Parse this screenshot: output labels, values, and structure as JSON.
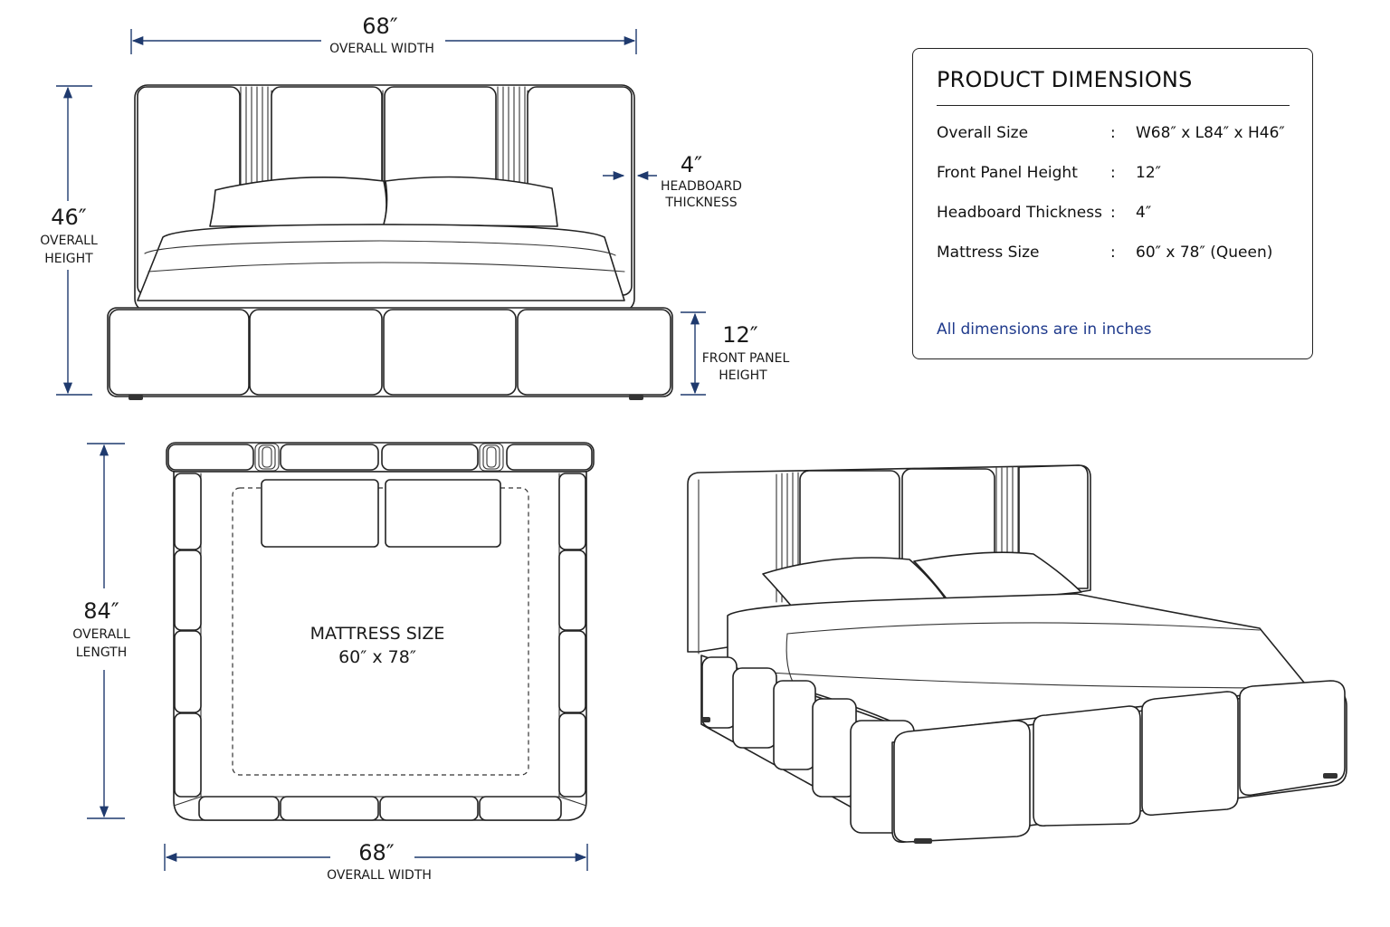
{
  "front_view": {
    "width": {
      "value": "68″",
      "label": "OVERALL WIDTH"
    },
    "height": {
      "value": "46″",
      "label_line1": "OVERALL",
      "label_line2": "HEIGHT"
    },
    "headboard": {
      "value": "4″",
      "label_line1": "HEADBOARD",
      "label_line2": "THICKNESS"
    },
    "front_panel": {
      "value": "12″",
      "label_line1": "FRONT PANEL",
      "label_line2": "HEIGHT"
    }
  },
  "top_view": {
    "length": {
      "value": "84″",
      "label_line1": "OVERALL",
      "label_line2": "LENGTH"
    },
    "width": {
      "value": "68″",
      "label": "OVERALL WIDTH"
    },
    "mattress_line1": "MATTRESS SIZE",
    "mattress_line2": "60″ x 78″"
  },
  "panel": {
    "title": "PRODUCT DIMENSIONS",
    "rows": [
      {
        "label": "Overall Size",
        "colon": ":",
        "value": "W68″ x L84″ x H46″"
      },
      {
        "label": "Front Panel Height",
        "colon": ":",
        "value": "12″"
      },
      {
        "label": "Headboard Thickness",
        "colon": ":",
        "value": "4″"
      },
      {
        "label": "Mattress Size",
        "colon": ":",
        "value": "60″ x 78″ (Queen)"
      }
    ],
    "note": "All dimensions are in inches"
  },
  "colors": {
    "dimension_accent": "#1f3a6e",
    "note_text": "#1f3a8c",
    "line_art": "#222222"
  }
}
